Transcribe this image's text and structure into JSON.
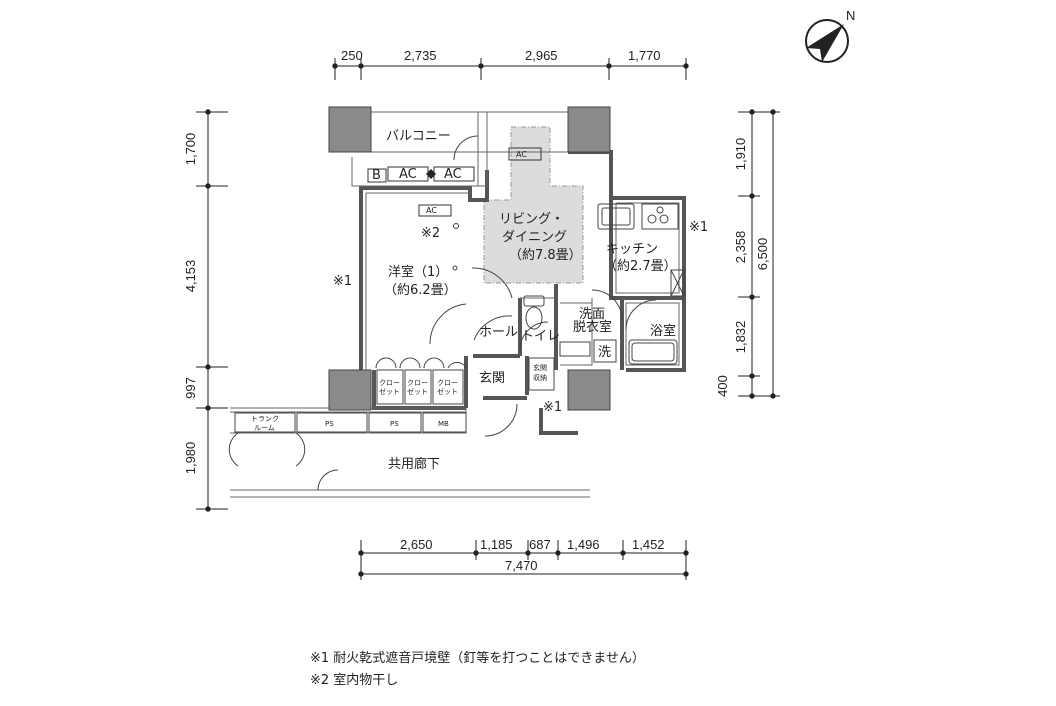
{
  "north": "N",
  "dimensions": {
    "top": [
      "250",
      "2,735",
      "2,965",
      "1,770"
    ],
    "left": [
      "1,700",
      "4,153",
      "997",
      "1,980"
    ],
    "right": [
      "1,910",
      "2,358",
      "1,832",
      "400"
    ],
    "right_total": "6,500",
    "bottom": [
      "2,650",
      "1,185",
      "687",
      "1,496",
      "1,452"
    ],
    "bottom_total": "7,470"
  },
  "rooms": {
    "balcony": "バルコニー",
    "living_line1": "リビング・",
    "living_line2": "ダイニング",
    "living_area": "（約7.8畳）",
    "kitchen": "キッチン",
    "kitchen_area": "（約2.7畳）",
    "western": "洋室（1）",
    "western_area": "（約6.2畳）",
    "hall": "ホール",
    "toilet": "トイレ",
    "washroom_line1": "洗面",
    "washroom_line2": "脱衣室",
    "bathroom": "浴室",
    "washer": "洗",
    "entrance": "玄関",
    "entrance_storage_line1": "玄関",
    "entrance_storage_line2": "収納",
    "closet_line1": "クロー",
    "closet_line2": "ゼット",
    "trunk_line1": "トランク",
    "trunk_line2": "ルーム",
    "ps": "PS",
    "mb": "MB",
    "corridor": "共用廊下",
    "ac": "AC",
    "b": "B"
  },
  "marks": {
    "mark1": "※1",
    "mark2": "※2"
  },
  "notes": {
    "note1": "※1 耐火乾式遮音戸境壁（釘等を打つことはできません）",
    "note2": "※2 室内物干し"
  }
}
